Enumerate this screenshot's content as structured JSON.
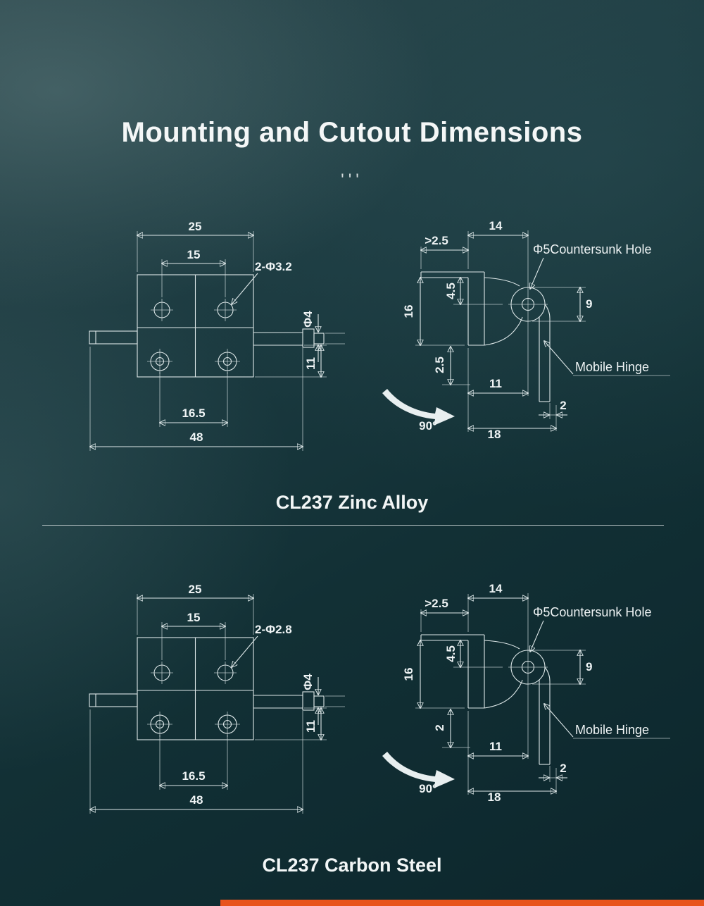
{
  "page": {
    "title": "Mounting and Cutout Dimensions",
    "dots": "'''",
    "colors": {
      "accent": "#e8541c",
      "background": "#12343b",
      "line": "#dde7e8"
    }
  },
  "sections": [
    {
      "caption": "CL237 Zinc Alloy",
      "front": {
        "dim_25": "25",
        "dim_15": "15",
        "hole_callout": "2-Φ3.2",
        "dim_phi4": "Φ4",
        "dim_11": "11",
        "dim_16_5": "16.5",
        "dim_48": "48"
      },
      "side": {
        "dim_14": "14",
        "clearance": ">2.5",
        "countersunk_callout": "Φ5Countersunk Hole",
        "dim_4_5": "4.5",
        "dim_16": "16",
        "dim_9": "9",
        "dim_lower": "2.5",
        "dim_11": "11",
        "hinge_callout": "Mobile Hinge",
        "dim_2": "2",
        "dim_18": "18",
        "angle": "90°"
      }
    },
    {
      "caption": "CL237 Carbon Steel",
      "front": {
        "dim_25": "25",
        "dim_15": "15",
        "hole_callout": "2-Φ2.8",
        "dim_phi4": "Φ4",
        "dim_11": "11",
        "dim_16_5": "16.5",
        "dim_48": "48"
      },
      "side": {
        "dim_14": "14",
        "clearance": ">2.5",
        "countersunk_callout": "Φ5Countersunk Hole",
        "dim_4_5": "4.5",
        "dim_16": "16",
        "dim_9": "9",
        "dim_lower": "2",
        "dim_11": "11",
        "hinge_callout": "Mobile Hinge",
        "dim_2": "2",
        "dim_18": "18",
        "angle": "90°"
      }
    }
  ]
}
